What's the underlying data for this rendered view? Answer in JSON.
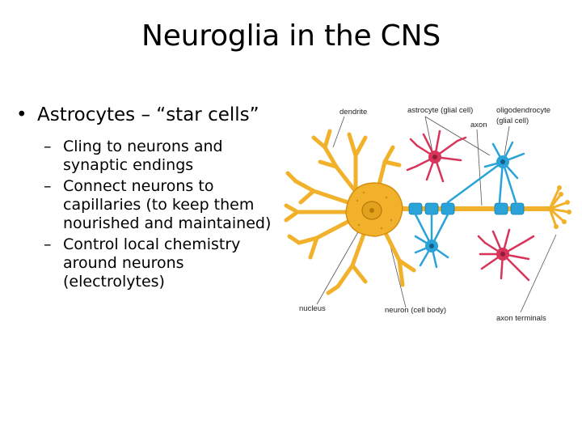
{
  "slide": {
    "title": "Neuroglia in the CNS",
    "bullet": {
      "text": "Astrocytes – “star cells”",
      "subs": [
        "Cling to neurons and synaptic endings",
        "Connect neurons to capillaries (to keep them nourished and maintained)",
        "Control local chemistry around neurons (electrolytes)"
      ]
    }
  },
  "diagram": {
    "labels": {
      "dendrite": "dendrite",
      "astrocyte": "astrocyte (glial cell)",
      "axon": "axon",
      "oligo_line1": "oligodendrocyte",
      "oligo_line2": "(glial cell)",
      "nucleus": "nucleus",
      "neuron": "neuron (cell body)",
      "terminals": "axon terminals"
    },
    "colors": {
      "neuron": "#f2b12b",
      "neuron_dark": "#d58f10",
      "astrocyte": "#d8345a",
      "oligodendrocyte": "#2aa3d8"
    }
  }
}
